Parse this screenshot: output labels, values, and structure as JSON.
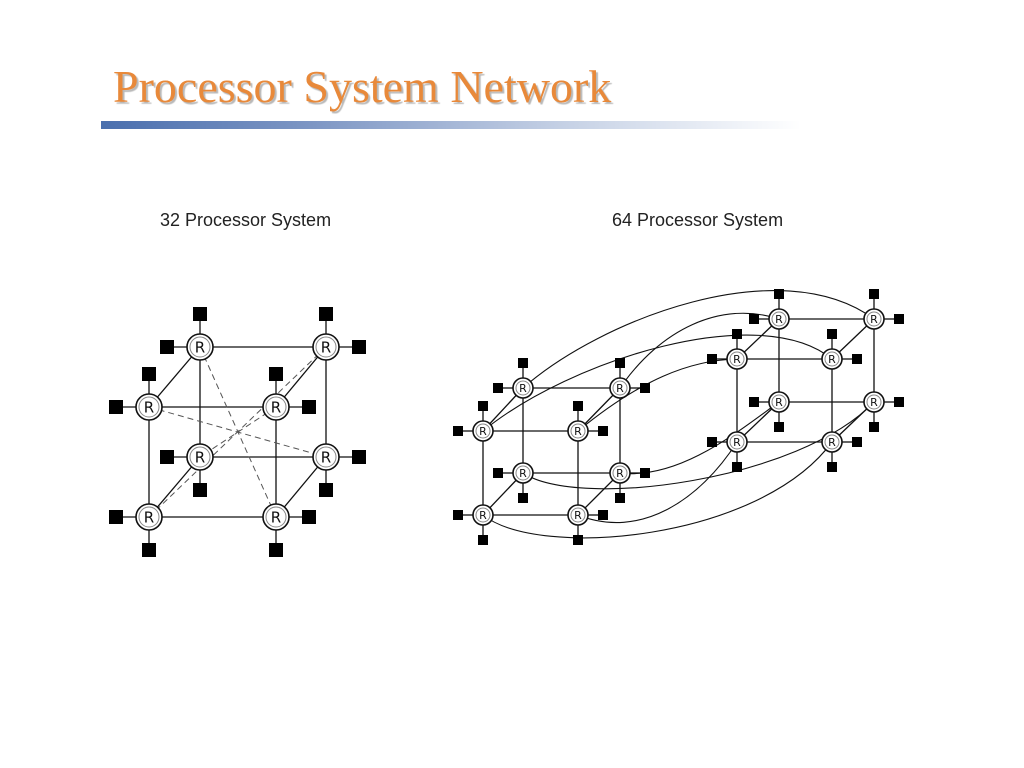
{
  "slide": {
    "title": "Processor System Network"
  },
  "diagrams": {
    "left_caption": "32 Processor System",
    "right_caption": "64 Processor System",
    "router_label": "R"
  }
}
